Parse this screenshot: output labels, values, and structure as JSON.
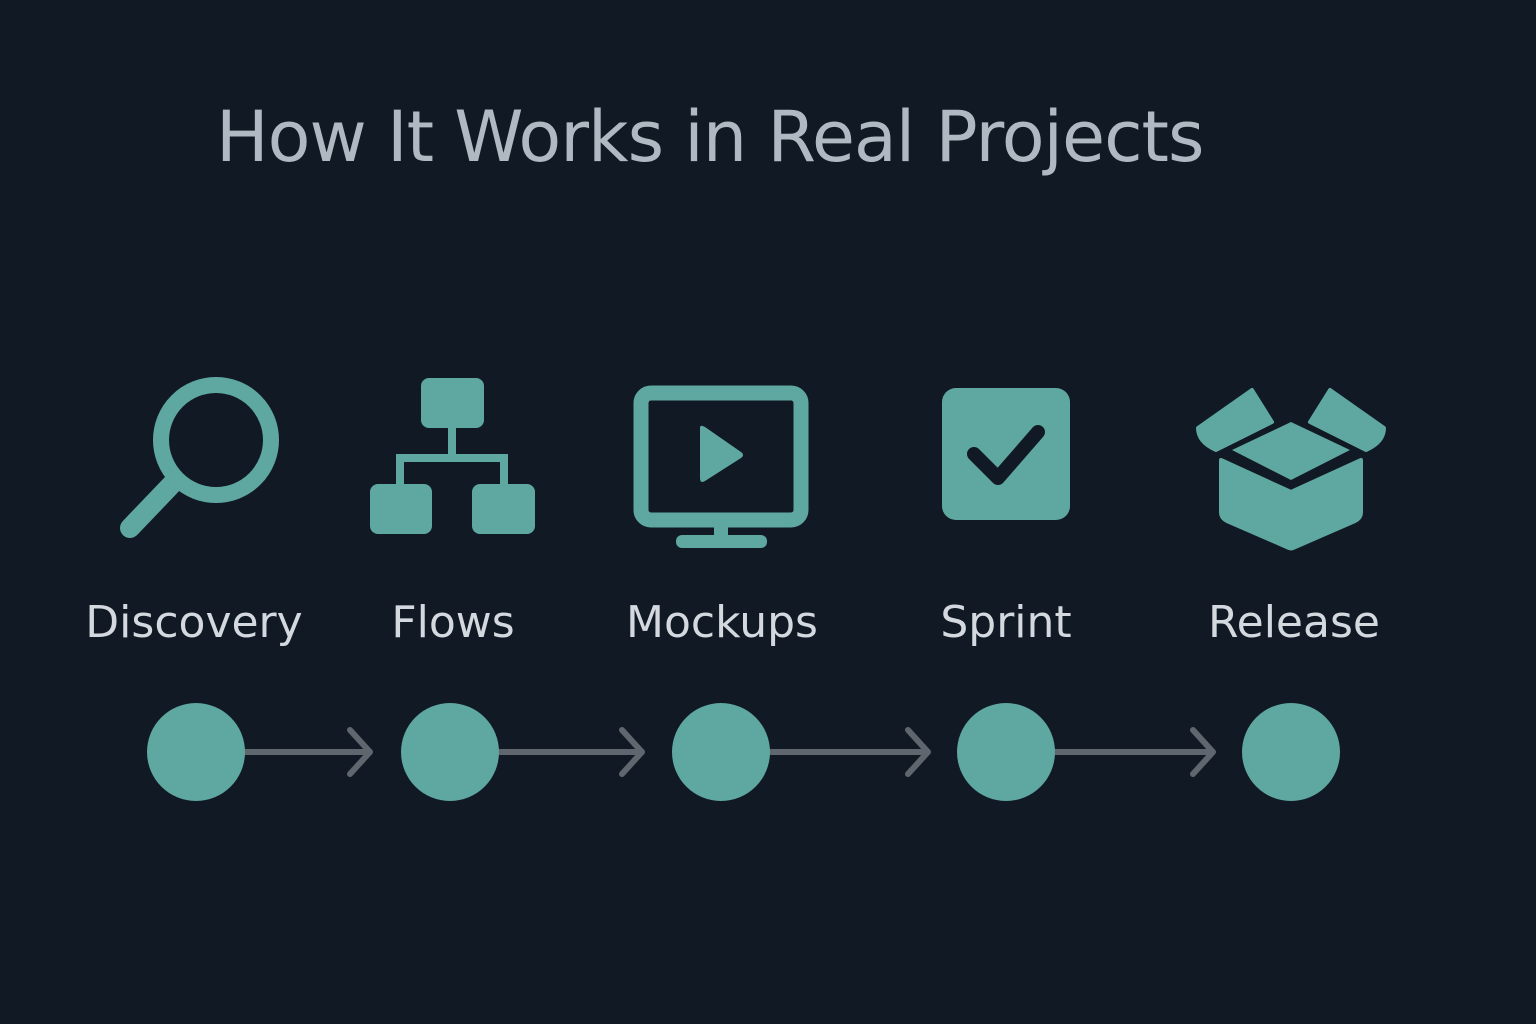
{
  "title": "How It Works in Real Projects",
  "colors": {
    "background": "#111a24",
    "accent": "#5fa7a1",
    "title": "#b0b9c2",
    "label": "#d3d9df",
    "connector": "#5f666e"
  },
  "steps": [
    {
      "label": "Discovery",
      "icon": "search-icon"
    },
    {
      "label": "Flows",
      "icon": "hierarchy-icon"
    },
    {
      "label": "Mockups",
      "icon": "monitor-play-icon"
    },
    {
      "label": "Sprint",
      "icon": "checkbox-icon"
    },
    {
      "label": "Release",
      "icon": "open-box-icon"
    }
  ]
}
